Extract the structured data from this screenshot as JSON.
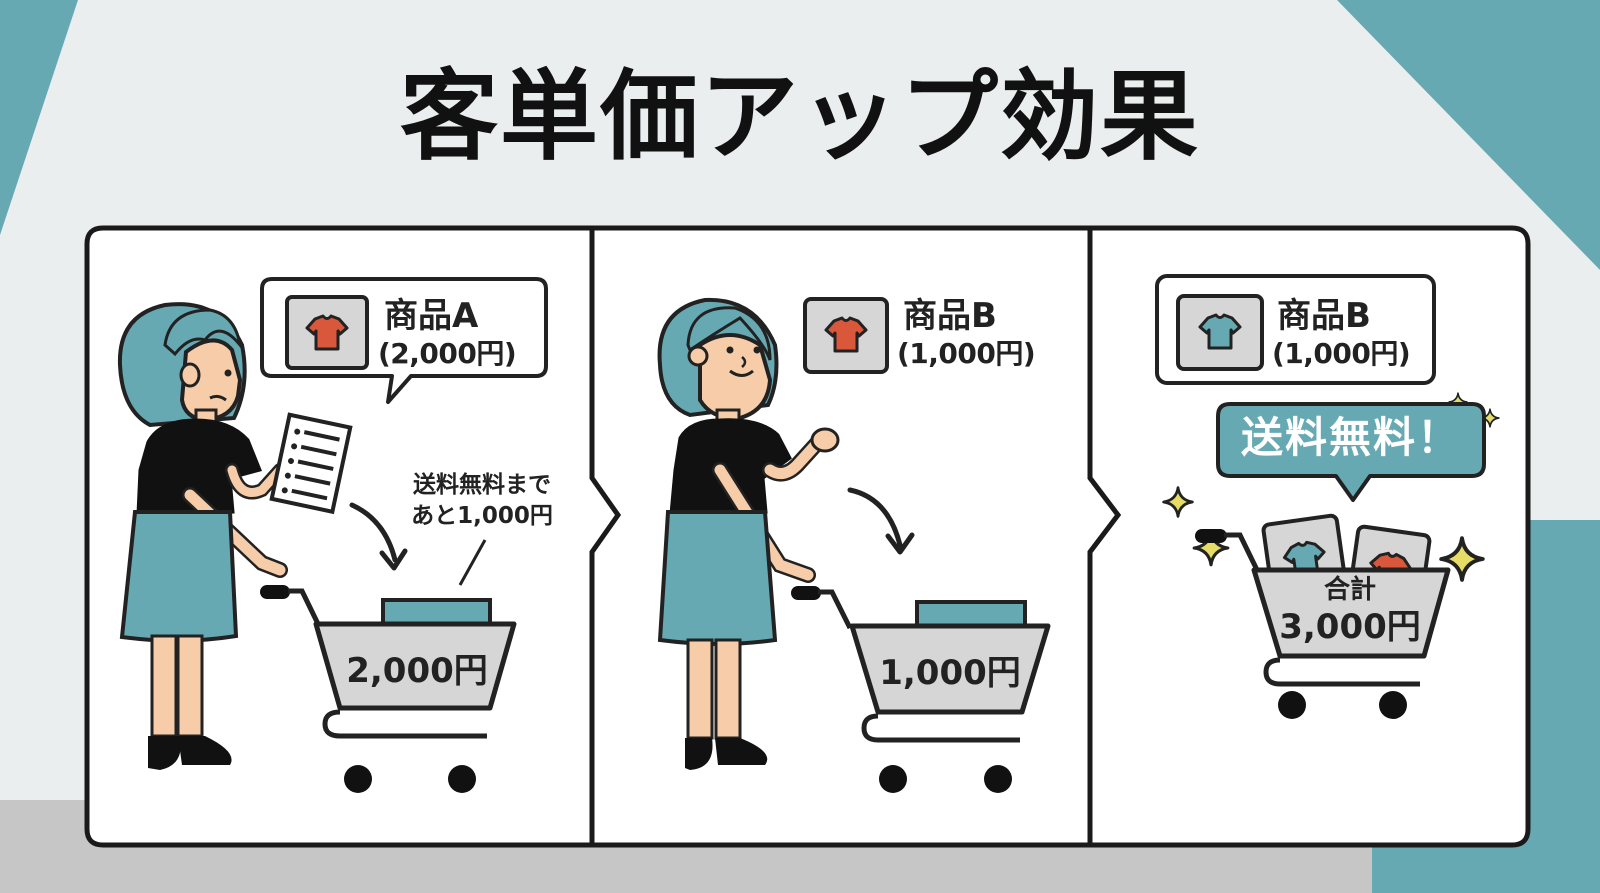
{
  "title": "客単価アップ効果",
  "colors": {
    "teal": "#67a9b3",
    "background": "#eaeeee",
    "gray_floor": "#c6c6c6",
    "shirt_red": "#d9573a",
    "shirt_teal": "#67a9b3",
    "skin": "#f6cda8",
    "sparkle": "#e6dc66",
    "cart_gray": "#d6d6d6"
  },
  "panels": [
    {
      "step": 1,
      "product": {
        "name": "商品A",
        "price": "(2,000円)",
        "shirt_color": "red",
        "icon": "tshirt-icon"
      },
      "note": [
        "送料無料まで",
        "あと1,000円"
      ],
      "cart_amount": "2,000円",
      "person_expression": "worried",
      "props": [
        "shopping-list-icon",
        "arrow-into-cart-icon"
      ]
    },
    {
      "step": 2,
      "product": {
        "name": "商品B",
        "price": "(1,000円)",
        "shirt_color": "red",
        "icon": "tshirt-icon"
      },
      "cart_amount": "1,000円",
      "person_expression": "smiling",
      "props": [
        "arrow-into-cart-icon"
      ]
    },
    {
      "step": 3,
      "product": {
        "name": "商品B",
        "price": "(1,000円)",
        "shirt_color": "teal",
        "icon": "tshirt-icon"
      },
      "badge": "送料無料！",
      "cart_total_label": "合計",
      "cart_total_amount": "3,000円",
      "props": [
        "sparkle-icon",
        "tshirt-icon"
      ]
    }
  ]
}
